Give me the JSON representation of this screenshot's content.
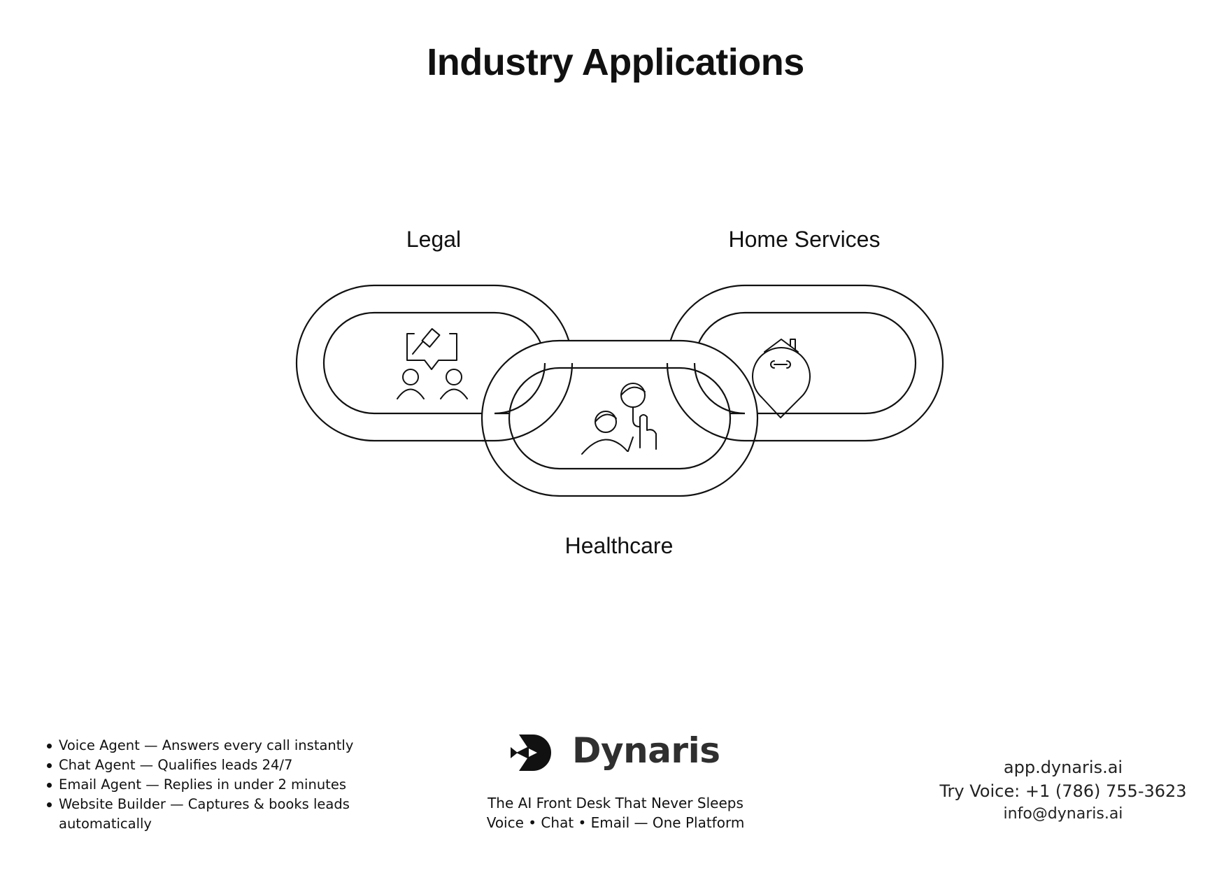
{
  "title": "Industry Applications",
  "chain": {
    "links": [
      {
        "label": "Legal",
        "icon": "legal-consultation-icon"
      },
      {
        "label": "Healthcare",
        "icon": "doctor-patient-icon"
      },
      {
        "label": "Home Services",
        "icon": "home-repair-location-icon"
      }
    ]
  },
  "features": [
    "Voice Agent — Answers every call instantly",
    "Chat Agent — Qualifies leads 24/7",
    "Email Agent — Replies in under 2 minutes",
    " Website Builder — Captures & books leads automatically"
  ],
  "brand": {
    "name": "Dynaris",
    "logo_icon": "dynaris-logo-icon",
    "tagline_1": "The AI Front Desk That Never Sleeps",
    "tagline_2": "Voice • Chat • Email — One Platform"
  },
  "contact": {
    "url": "app.dynaris.ai",
    "phone": "Try Voice: +1 (786) 755-3623",
    "email": "info@dynaris.ai"
  },
  "colors": {
    "text": "#111111",
    "brand_gray": "#2f2f2f",
    "background": "#ffffff"
  }
}
